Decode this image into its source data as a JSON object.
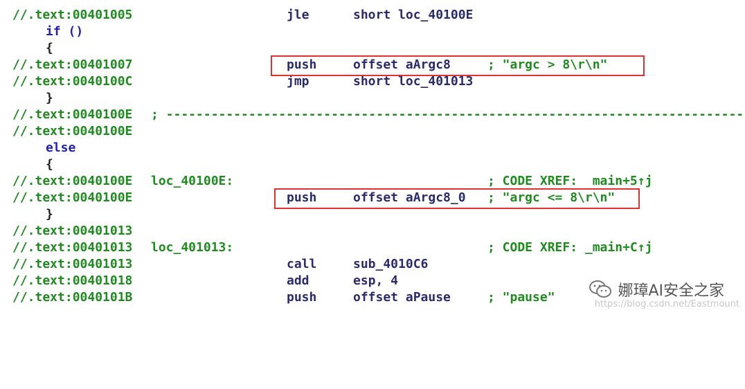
{
  "lines": [
    {
      "addr": "//.text:00401005",
      "mnem": "jle",
      "oper": "short loc_40100E"
    },
    {
      "kw": "if ()"
    },
    {
      "brace": "{"
    },
    {
      "addr": "//.text:00401007",
      "mnem": "push",
      "oper": "offset aArgc8",
      "comment": "; \"argc > 8\\r\\n\""
    },
    {
      "addr": "//.text:0040100C",
      "mnem": "jmp",
      "oper": "short loc_401013"
    },
    {
      "brace": "}"
    },
    {
      "addr": "//.text:0040100E",
      "sep": "; ---------------------------------------------------------------------------------"
    },
    {
      "addr": "//.text:0040100E"
    },
    {
      "kw": "else"
    },
    {
      "brace": "{"
    },
    {
      "addr": "//.text:0040100E",
      "label": "loc_40100E:",
      "comment": "; CODE XREF:  main+5↑j"
    },
    {
      "addr": "//.text:0040100E",
      "mnem": "push",
      "oper": "offset aArgc8_0",
      "comment": "; \"argc <= 8\\r\\n\""
    },
    {
      "brace": "}"
    },
    {
      "addr": "//.text:00401013"
    },
    {
      "addr": "//.text:00401013",
      "label": "loc_401013:",
      "comment": "; CODE XREF: _main+C↑j"
    },
    {
      "addr": "//.text:00401013",
      "mnem": "call",
      "oper": "sub_4010C6"
    },
    {
      "addr": "//.text:00401018",
      "mnem": "add",
      "oper": "esp, 4"
    },
    {
      "addr": "//.text:0040101B",
      "mnem": "push",
      "oper": "offset aPause",
      "comment": "; \"pause\""
    }
  ],
  "watermark": {
    "title": "娜璋AI安全之家",
    "url": "https://blog.csdn.net/Eastmount",
    "icon": "wechat-icon"
  },
  "colors": {
    "address": "#1e8c1e",
    "instruction": "#2a2a70",
    "keyword": "#2020c0",
    "highlight_box": "#e03030"
  }
}
